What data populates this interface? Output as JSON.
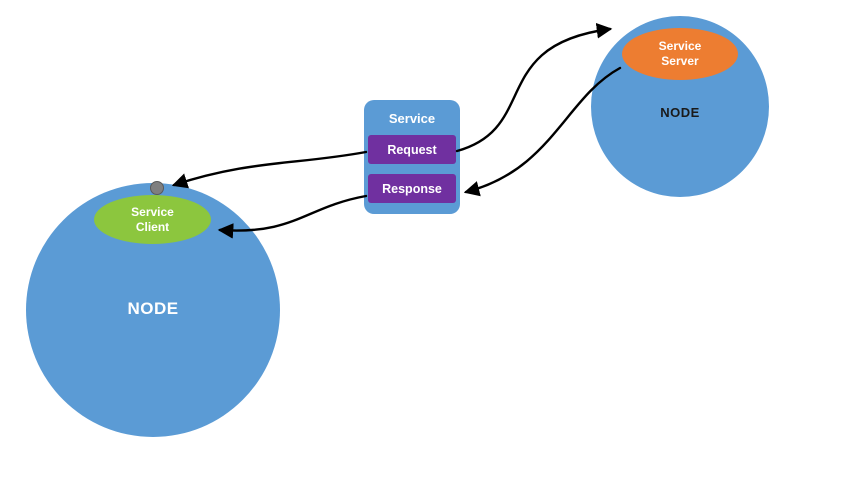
{
  "diagram": {
    "left_node": {
      "label": "NODE"
    },
    "service_client": {
      "line1": "Service",
      "line2": "Client"
    },
    "service_box": {
      "title": "Service",
      "request": "Request",
      "response": "Response"
    },
    "right_node": {
      "label": "NODE"
    },
    "service_server": {
      "line1": "Service",
      "line2": "Server"
    },
    "colors": {
      "node_blue": "#5b9bd5",
      "client_green": "#8cc63e",
      "server_orange": "#ed7d31",
      "request_purple": "#7030a0",
      "label_white": "#ffffff",
      "arrow_black": "#000000",
      "dot_gray": "#7f7f7f",
      "dot_edge": "#595959",
      "node_text_dark": "#1a1a1a",
      "background": "#ffffff"
    }
  }
}
